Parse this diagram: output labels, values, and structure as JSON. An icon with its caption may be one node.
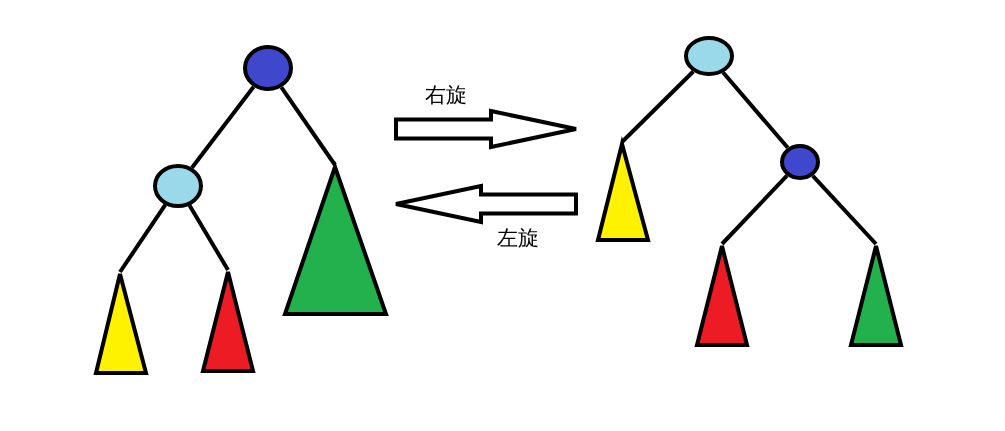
{
  "diagram": {
    "nodes": [
      {
        "text": [],
        "shape": "tree"
      },
      {
        "text": [],
        "shape": "circle",
        "in": 0
      },
      {
        "text": [],
        "shape": "circle",
        "in": 0
      },
      {
        "text": [],
        "shape": "triangle",
        "in": 0
      },
      {
        "text": [],
        "shape": "triangle",
        "in": 0
      },
      {
        "text": [],
        "shape": "triangle",
        "in": 0
      },
      {
        "text": [],
        "shape": "tree"
      },
      {
        "text": [],
        "shape": "circle",
        "in": 6
      },
      {
        "text": [],
        "shape": "circle",
        "in": 6
      },
      {
        "text": [],
        "shape": "triangle",
        "in": 6
      },
      {
        "text": [],
        "shape": "triangle",
        "in": 6
      },
      {
        "text": [],
        "shape": "triangle",
        "in": 6
      }
    ],
    "edges": [
      {
        "from": 1,
        "to": 2,
        "arrow": "none"
      },
      {
        "from": 1,
        "to": 5,
        "arrow": "none"
      },
      {
        "from": 2,
        "to": 3,
        "arrow": "none"
      },
      {
        "from": 2,
        "to": 4,
        "arrow": "none"
      },
      {
        "from": 7,
        "to": 9,
        "arrow": "none"
      },
      {
        "from": 7,
        "to": 8,
        "arrow": "none"
      },
      {
        "from": 8,
        "to": 10,
        "arrow": "none"
      },
      {
        "from": 8,
        "to": 11,
        "arrow": "none"
      },
      {
        "from": 0,
        "to": 6,
        "arrow": "to",
        "label": "右旋"
      },
      {
        "from": 6,
        "to": 0,
        "arrow": "to",
        "label": "左旋"
      }
    ]
  }
}
